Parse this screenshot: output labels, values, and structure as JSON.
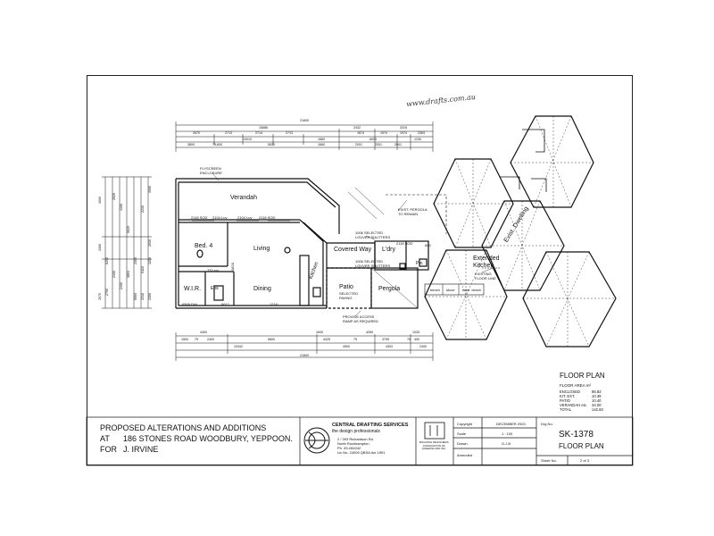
{
  "handwritten_note": "www.drafts.com.au",
  "dimensions": {
    "top": {
      "overall": "21600",
      "row2": [
        "15686",
        "2432",
        "3315"
      ],
      "row3": [
        "2670",
        "2713",
        "2714",
        "2713",
        "1674",
        "1974",
        "1974",
        "2363"
      ],
      "row4": [
        "13010",
        "1669",
        "6003",
        "1230"
      ],
      "row5": [
        "3800",
        "75,600",
        "5530",
        "1660",
        "2001",
        "2001",
        "2001"
      ]
    },
    "bottom": {
      "row1": [
        "4400",
        "1840",
        "4269",
        "1025"
      ],
      "row2": [
        "1500",
        "75",
        "2400",
        "5800",
        "4425",
        "75",
        "3795",
        "75",
        "400"
      ],
      "row3": [
        "10342",
        "4900",
        "4303",
        "2400"
      ],
      "overall": "21600"
    },
    "left": [
      "3000",
      "2525",
      "4100",
      "5025",
      "2210",
      "3300",
      "6200",
      "2100",
      "2100",
      "3803",
      "2300",
      "0110",
      "6560",
      "2310",
      "2300",
      "3000",
      "2030",
      "1200",
      "2700",
      "2070"
    ]
  },
  "rooms": {
    "verandah": "Verandah",
    "bed4": "Bed. 4",
    "living": "Living",
    "dining": "Dining",
    "wir": "W.I.R.",
    "ens": "Ens",
    "kitchen": "Kitchen",
    "covered_way": "Covered Way",
    "ldry": "L'dry",
    "patio": "Patio",
    "pergola": "Pergola",
    "pw": "Pw.",
    "extended_kitchen": "Extended\nKitchen",
    "exist_dwelling": "Exist. Dwelling"
  },
  "labels": {
    "flyscreen": "FLYSCREEN\nENCLOSURE",
    "exist_pergola": "EXIST. PERGOLA\nTO REMAIN",
    "louver1": "1006 SELECTED\nLOUVER SHUTTERS",
    "louver2": "1006 SELECTED\nLOUVER SHUTTERS",
    "sod1": "2118 SOD",
    "luv1": "2104 Luv",
    "luv2": "2104 Luv",
    "sod2": "2118 SOD",
    "sod3": "2118 SOD",
    "patio_paving": "SELECTED\nPAVING",
    "access_ramp": "PROVIDE ACCESS\nRAMP AS REQUIRED",
    "existing_floor": "EXISTING\nFLOOR LINE",
    "bench": "bench",
    "stove": "stove",
    "exist_bench": "exist. bench",
    "dh": "0909 D/H",
    "w0612": "0612",
    "w1218": "1218",
    "sdv": "770 s/v",
    "w0820": "0820",
    "w600": "600"
  },
  "floor_area": {
    "title": "FLOOR PLAN",
    "heading": "FLOOR AREA  m²",
    "rows": [
      {
        "label": "ENCLOSED",
        "value": "86.83"
      },
      {
        "label": "KIT. EXT.",
        "value": "10.39"
      },
      {
        "label": "PATIO",
        "value": "10.40"
      },
      {
        "label": "VERANDAH etc.",
        "value": "34.00"
      },
      {
        "label": "TOTAL",
        "value": "142.60"
      }
    ]
  },
  "title_block": {
    "project_line1": "PROPOSED ALTERATIONS AND ADDITIONS",
    "at": "AT",
    "address": "186 STONES ROAD WOODBURY, YEPPOON.",
    "for": "FOR",
    "client": "J. IRVINE",
    "company": "CENTRAL DRAFTING SERVICES",
    "tagline": "the design professionals",
    "addr1": "2 / 393 Richardson Rd",
    "addr2": "North Rockhampton",
    "addr3": "Ph. 49-284242",
    "addr4": "Lic No. 24005 QBSA Act 1991",
    "assoc": "BUILDING DESIGNERS\nASSOCIATION OF\nQUEENSLAND INC.",
    "copyright_label": "Copyright",
    "copyright_value": "DECEMBER 2003",
    "scale_label": "Scale",
    "scale_value": "1 : 100",
    "drawn_label": "Drawn",
    "drawn_value": "G.J.B",
    "amended_label": "Amended",
    "dwg_label": "Drg No.",
    "dwg_no": "SK-1378",
    "sheet_title": "FLOOR PLAN",
    "sheet_label": "Sheet No.",
    "sheet_value": "2 of 3"
  }
}
